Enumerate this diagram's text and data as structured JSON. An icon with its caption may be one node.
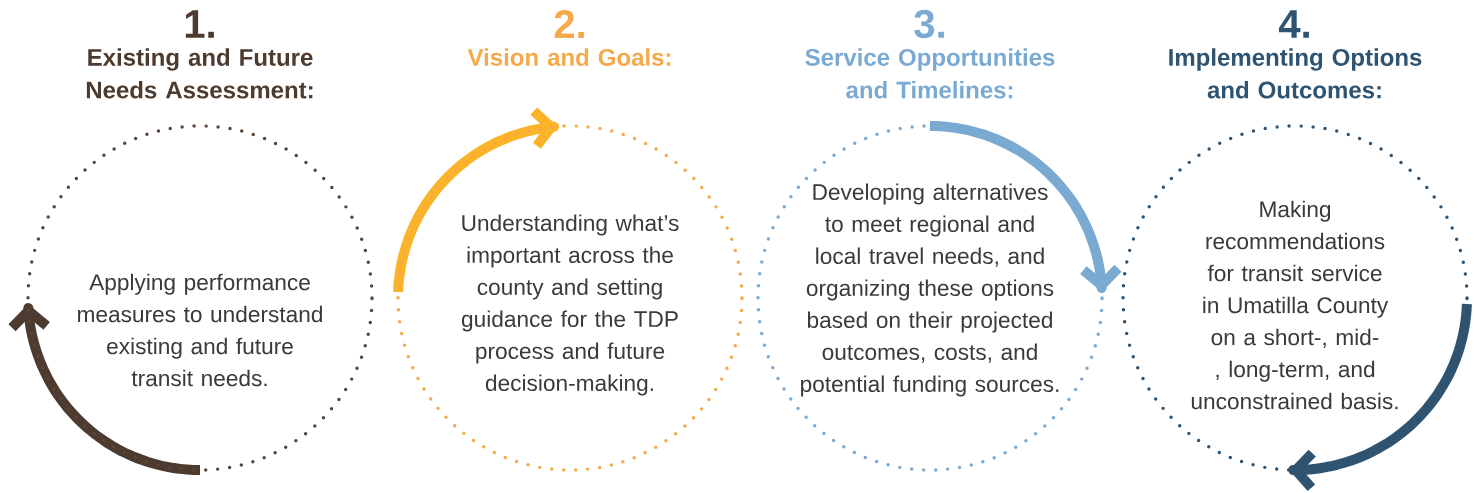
{
  "diagram": {
    "nodes": [
      {
        "text": [
          "1.",
          "Existing and Future Needs Assessment:",
          "Applying performance measures to understand existing and future transit needs."
        ]
      },
      {
        "text": [
          "2.",
          "Vision and Goals:",
          "Understanding what’s important across the county and setting guidance for the TDP process and future decision-making."
        ]
      },
      {
        "text": [
          "3.",
          "Service Opportunities and Timelines:",
          "Developing alternatives to meet regional and local travel needs, and organizing these options based on their projected outcomes, costs, and potential funding sources."
        ]
      },
      {
        "text": [
          "4.",
          "Implementing Options and Outcomes:",
          "Making recommendations for transit service in Umatilla County on a short-, mid-, long-term, and unconstrained basis."
        ]
      }
    ]
  }
}
